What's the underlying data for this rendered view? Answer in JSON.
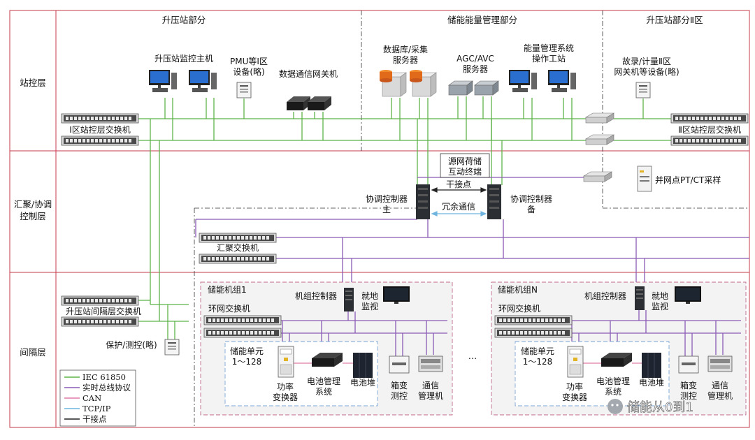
{
  "colors": {
    "iec61850": "#5db34a",
    "bus": "#8a5ab5",
    "can": "#e07aa6",
    "tcpip": "#6fb5df",
    "dry": "#222222",
    "frame": "#c53a4a",
    "group_border": "#c06a8a",
    "unit_border": "#7aa6d6"
  },
  "layers": {
    "station": "站控层",
    "coord_line1": "汇聚/协调",
    "coord_line2": "控制层",
    "bay": "间隔层"
  },
  "sections": {
    "boost": "升压站部分",
    "ems": "储能能量管理部分",
    "boost2": "升压站部分Ⅱ区"
  },
  "devices": {
    "monitor_host": "升压站监控主机",
    "pmu_line1": "PMU等Ⅰ区",
    "pmu_line2": "设备(略)",
    "gateway": "数据通信网关机",
    "db_line1": "数据库/采集",
    "db_line2": "服务器",
    "agc_line1": "AGC/AVC",
    "agc_line2": "服务器",
    "ems_ws_line1": "能量管理系统",
    "ems_ws_line2": "操作工站",
    "fault_line1": "故录/计量Ⅱ区",
    "fault_line2": "网关机等设备(略)",
    "sw1": "Ⅰ区站控层交换机",
    "sw2": "Ⅱ区站控层交换机",
    "terminal_line1": "源网荷储",
    "terminal_line2": "互动终端",
    "ptct": "并网点PT/CT采样",
    "dry_contact": "干接点",
    "redundant": "冗余通信",
    "ctrl_main_line1": "协调控制器",
    "ctrl_main_line2": "主",
    "ctrl_backup_line1": "协调控制器",
    "ctrl_backup_line2": "备",
    "agg_switch": "汇聚交换机",
    "bay_switch": "升压站间隔层交换机",
    "protection": "保护/测控(略)"
  },
  "groups": [
    {
      "title": "储能机组1",
      "ring_switch": "环网交换机",
      "controller": "机组控制器",
      "local_line1": "就地",
      "local_line2": "监视",
      "unit_line1": "储能单元",
      "unit_line2": "1～128",
      "pcs_line1": "功率",
      "pcs_line2": "变换器",
      "bms_line1": "电池管理",
      "bms_line2": "系统",
      "pack": "电池堆",
      "box_line1": "箱变",
      "box_line2": "测控",
      "comm_line1": "通信",
      "comm_line2": "管理机"
    },
    {
      "title": "储能机组N",
      "ring_switch": "环网交换机",
      "controller": "机组控制器",
      "local_line1": "就地",
      "local_line2": "监视",
      "unit_line1": "储能单元",
      "unit_line2": "1～128",
      "pcs_line1": "功率",
      "pcs_line2": "变换器",
      "bms_line1": "电池管理",
      "bms_line2": "系统",
      "pack": "电池堆",
      "box_line1": "箱变",
      "box_line2": "测控",
      "comm_line1": "通信",
      "comm_line2": "管理机"
    }
  ],
  "ellipsis": "…",
  "legend": {
    "iec": "IEC 61850",
    "bus": "实时总线协议",
    "can": "CAN",
    "tcp": "TCP/IP",
    "dry": "干接点"
  },
  "watermark": "储能从0到1"
}
